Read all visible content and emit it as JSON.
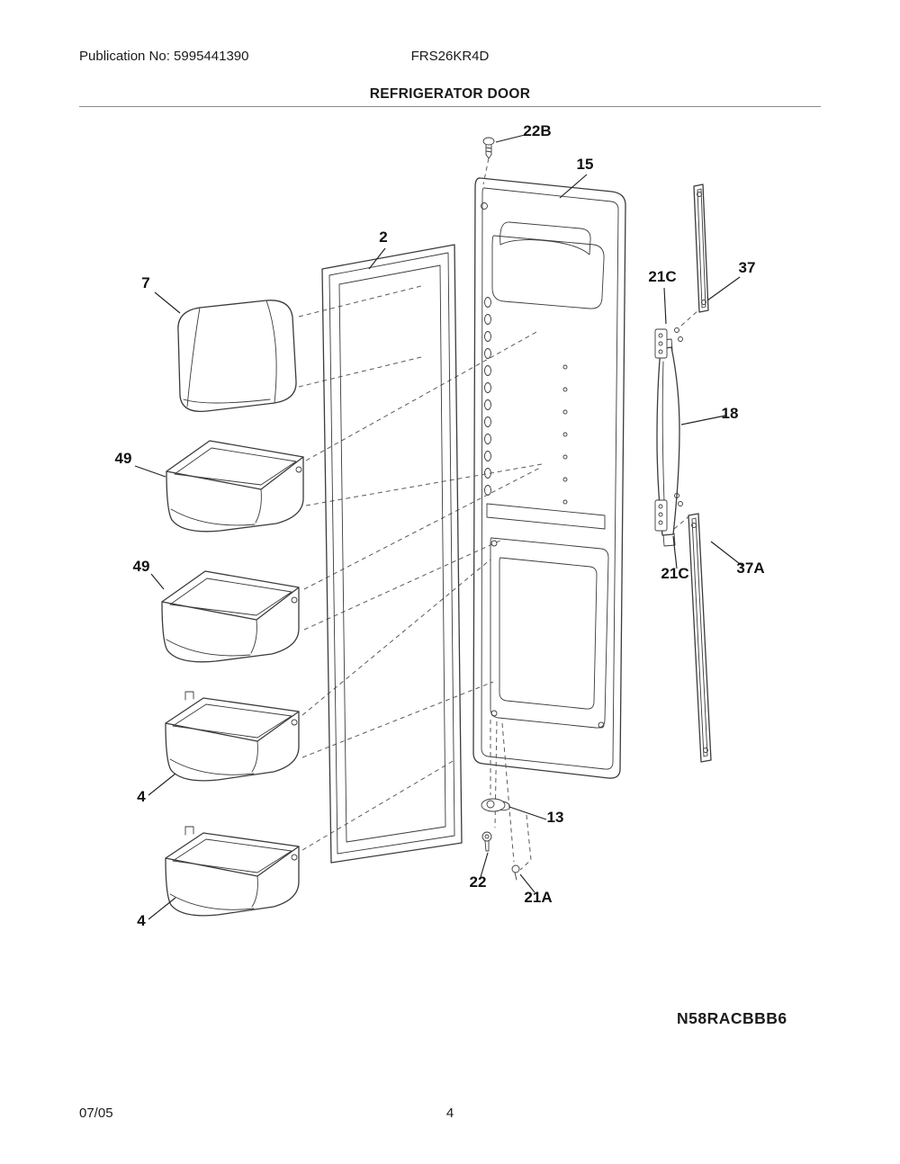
{
  "header": {
    "publication": "Publication No: 5995441390",
    "model": "FRS26KR4D"
  },
  "title": "REFRIGERATOR DOOR",
  "diagram": {
    "code": "N58RACBBB6",
    "labels": {
      "p22b": "22B",
      "p15": "15",
      "p2": "2",
      "p7": "7",
      "p49_upper": "49",
      "p49_lower": "49",
      "p4_upper": "4",
      "p4_lower": "4",
      "p37": "37",
      "p37a": "37A",
      "p21c_upper": "21C",
      "p21c_lower": "21C",
      "p18": "18",
      "p13": "13",
      "p22": "22",
      "p21a": "21A"
    }
  },
  "footer": {
    "date": "07/05",
    "page": "4"
  }
}
